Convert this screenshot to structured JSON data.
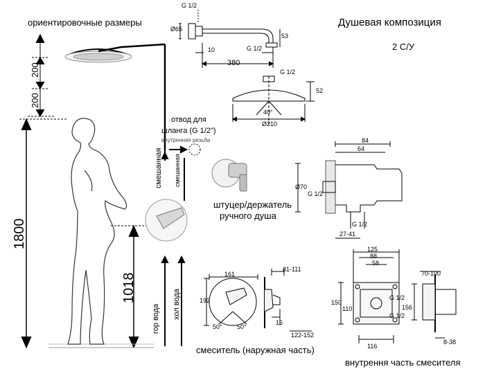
{
  "title": "Душевая композиция",
  "subtitle": "2 С/У",
  "approx_sizes": "ориентировочные размеры",
  "outlet": {
    "line1": "отвод для",
    "line2": "шланга  (G 1/2\")",
    "line3": "внутренняя резьба"
  },
  "holder": {
    "line1": "штуцер/держатель",
    "line2": "ручного душа"
  },
  "mixer_outer": "смеситель (наружная часть)",
  "mixer_inner": "внутрення часть смесителя",
  "pipes": {
    "mixed1": "смешанная",
    "mixed2": "смешанная",
    "hot": "гор вода",
    "cold": "хол вода"
  },
  "dims": {
    "h200a": "200",
    "h200b": "200",
    "h1800": "1800",
    "h1018": "1018",
    "arm_g": "G 1/2",
    "arm_d": "Ø65",
    "arm_h": "53",
    "arm_10": "10",
    "arm_g2": "G 1/2",
    "arm_len": "380",
    "head_g": "G 1/2",
    "head_h": "52",
    "head_ang": "40°",
    "head_d": "Ø210",
    "hold_84": "84",
    "hold_64": "64",
    "hold_d70": "Ø70",
    "hold_g": "G 1/2",
    "hold_g2": "G 1/2",
    "hold_range": "27-41",
    "out_161": "161",
    "out_192": "192",
    "out_range1": "81-111",
    "out_16": "16",
    "out_range2": "122-152",
    "out_ang1": "50°",
    "out_ang2": "50°",
    "in_125": "125",
    "in_88": "88",
    "in_58": "58",
    "in_150": "150",
    "in_110": "110",
    "in_g1": "G 1/2",
    "in_g2": "G 1/2",
    "in_116": "116",
    "in_156": "156",
    "in_range1": "70-100",
    "in_range2": "8-38"
  }
}
